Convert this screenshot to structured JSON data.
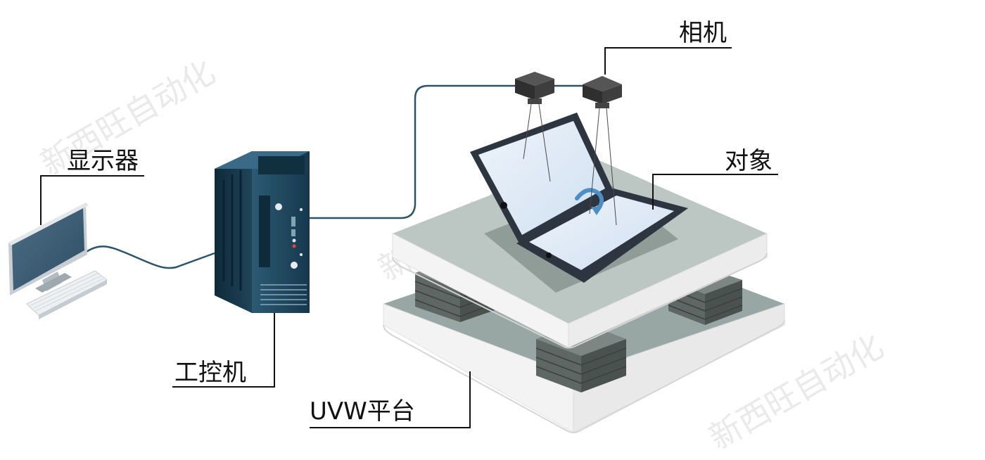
{
  "labels": {
    "monitor": "显示器",
    "ipc": "工控机",
    "camera": "相机",
    "object": "对象",
    "platform": "UVW平台"
  },
  "watermark": "新西旺自动化",
  "colors": {
    "cable": "#2b5566",
    "tower": "#1d3e52",
    "platform_top": "#bcc6c3",
    "platform_side": "#f2f2f2",
    "tablet_screen": "#dfeaf7",
    "camera": "#3a3a3a",
    "rotation_arrow": "#4d8fc4"
  },
  "icons": [
    "monitor-icon",
    "keyboard-icon",
    "industrial-pc-icon",
    "camera-icon",
    "tablet-icon",
    "rotation-arrow-icon"
  ]
}
